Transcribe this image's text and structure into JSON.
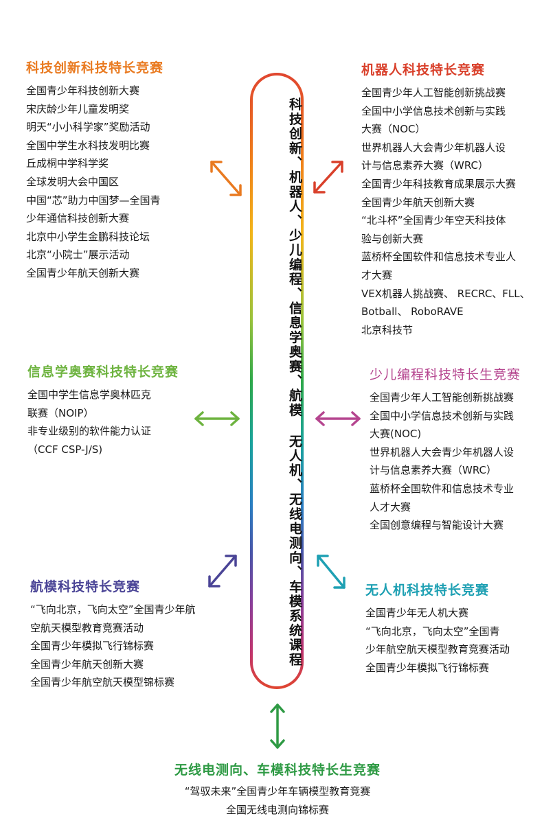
{
  "center_text": "科技创新、机器人、少儿编程、信息学奥赛、航模 无人机、无线电测向、车模系统课程",
  "colors": {
    "orange": "#e97a20",
    "red": "#d9402b",
    "green": "#6db33f",
    "magenta": "#b5458f",
    "purple": "#4a4496",
    "teal": "#1ea0b3",
    "dark_green": "#2e9a44"
  },
  "sections": {
    "tech_innovation": {
      "title": "科技创新科技特长竞赛",
      "items": [
        "全国青少年科技创新大赛",
        "宋庆龄少年儿童发明奖",
        "明天“小小科学家”奖励活动",
        "全国中学生水科技发明比赛",
        "丘成桐中学科学奖",
        "全球发明大会中国区",
        "中国“芯”助力中国梦—全国青",
        "少年通信科技创新大赛",
        "北京中小学生金鹏科技论坛",
        "北京“小院士”展示活动",
        "全国青少年航天创新大赛"
      ]
    },
    "robot": {
      "title": "机器人科技特长竞赛",
      "items": [
        "全国青少年人工智能创新挑战赛",
        "全国中小学信息技术创新与实践",
        "大赛（NOC）",
        "世界机器人大会青少年机器人设",
        "计与信息素养大赛（WRC）",
        "全国青少年科技教育成果展示大赛",
        "全国青少年航天创新大赛",
        "“北斗杯”全国青少年空天科技体",
        "验与创新大赛",
        "蓝桥杯全国软件和信息技术专业人",
        "才大赛",
        "VEX机器人挑战赛、 RECRC、FLL、",
        "Botball、 RoboRAVE",
        "北京科技节"
      ]
    },
    "olympiad": {
      "title": "信息学奥赛科技特长竞赛",
      "items": [
        "全国中学生信息学奥林匹克",
        "联赛（NOIP）",
        "非专业级别的软件能力认证",
        "（CCF CSP-J/S)"
      ]
    },
    "coding": {
      "title": "少儿编程科技特长生竞赛",
      "items": [
        "全国青少年人工智能创新挑战赛",
        "全国中小学信息技术创新与实践",
        "大赛(NOC)",
        "世界机器人大会青少年机器人设",
        "计与信息素养大赛（WRC）",
        "蓝桥杯全国软件和信息技术专业",
        "人才大赛",
        "全国创意编程与智能设计大赛"
      ]
    },
    "aeromodel": {
      "title": "航模科技特长竞赛",
      "items": [
        "“飞向北京，飞向太空”全国青少年航",
        "空航天模型教育竞赛活动",
        "全国青少年模拟飞行锦标赛",
        "全国青少年航天创新大赛",
        "全国青少年航空航天模型锦标赛"
      ]
    },
    "drone": {
      "title": "无人机科技特长竞赛",
      "items": [
        "全国青少年无人机大赛",
        "“飞向北京，飞向太空”全国青",
        "少年航空航天模型教育竞赛活动",
        "全国青少年模拟飞行锦标赛"
      ]
    },
    "radio_car": {
      "title": "无线电测向、车模科技特长生竞赛",
      "items": [
        "“驾驭未来”全国青少年车辆模型教育竞赛",
        "全国无线电测向锦标赛"
      ]
    }
  }
}
